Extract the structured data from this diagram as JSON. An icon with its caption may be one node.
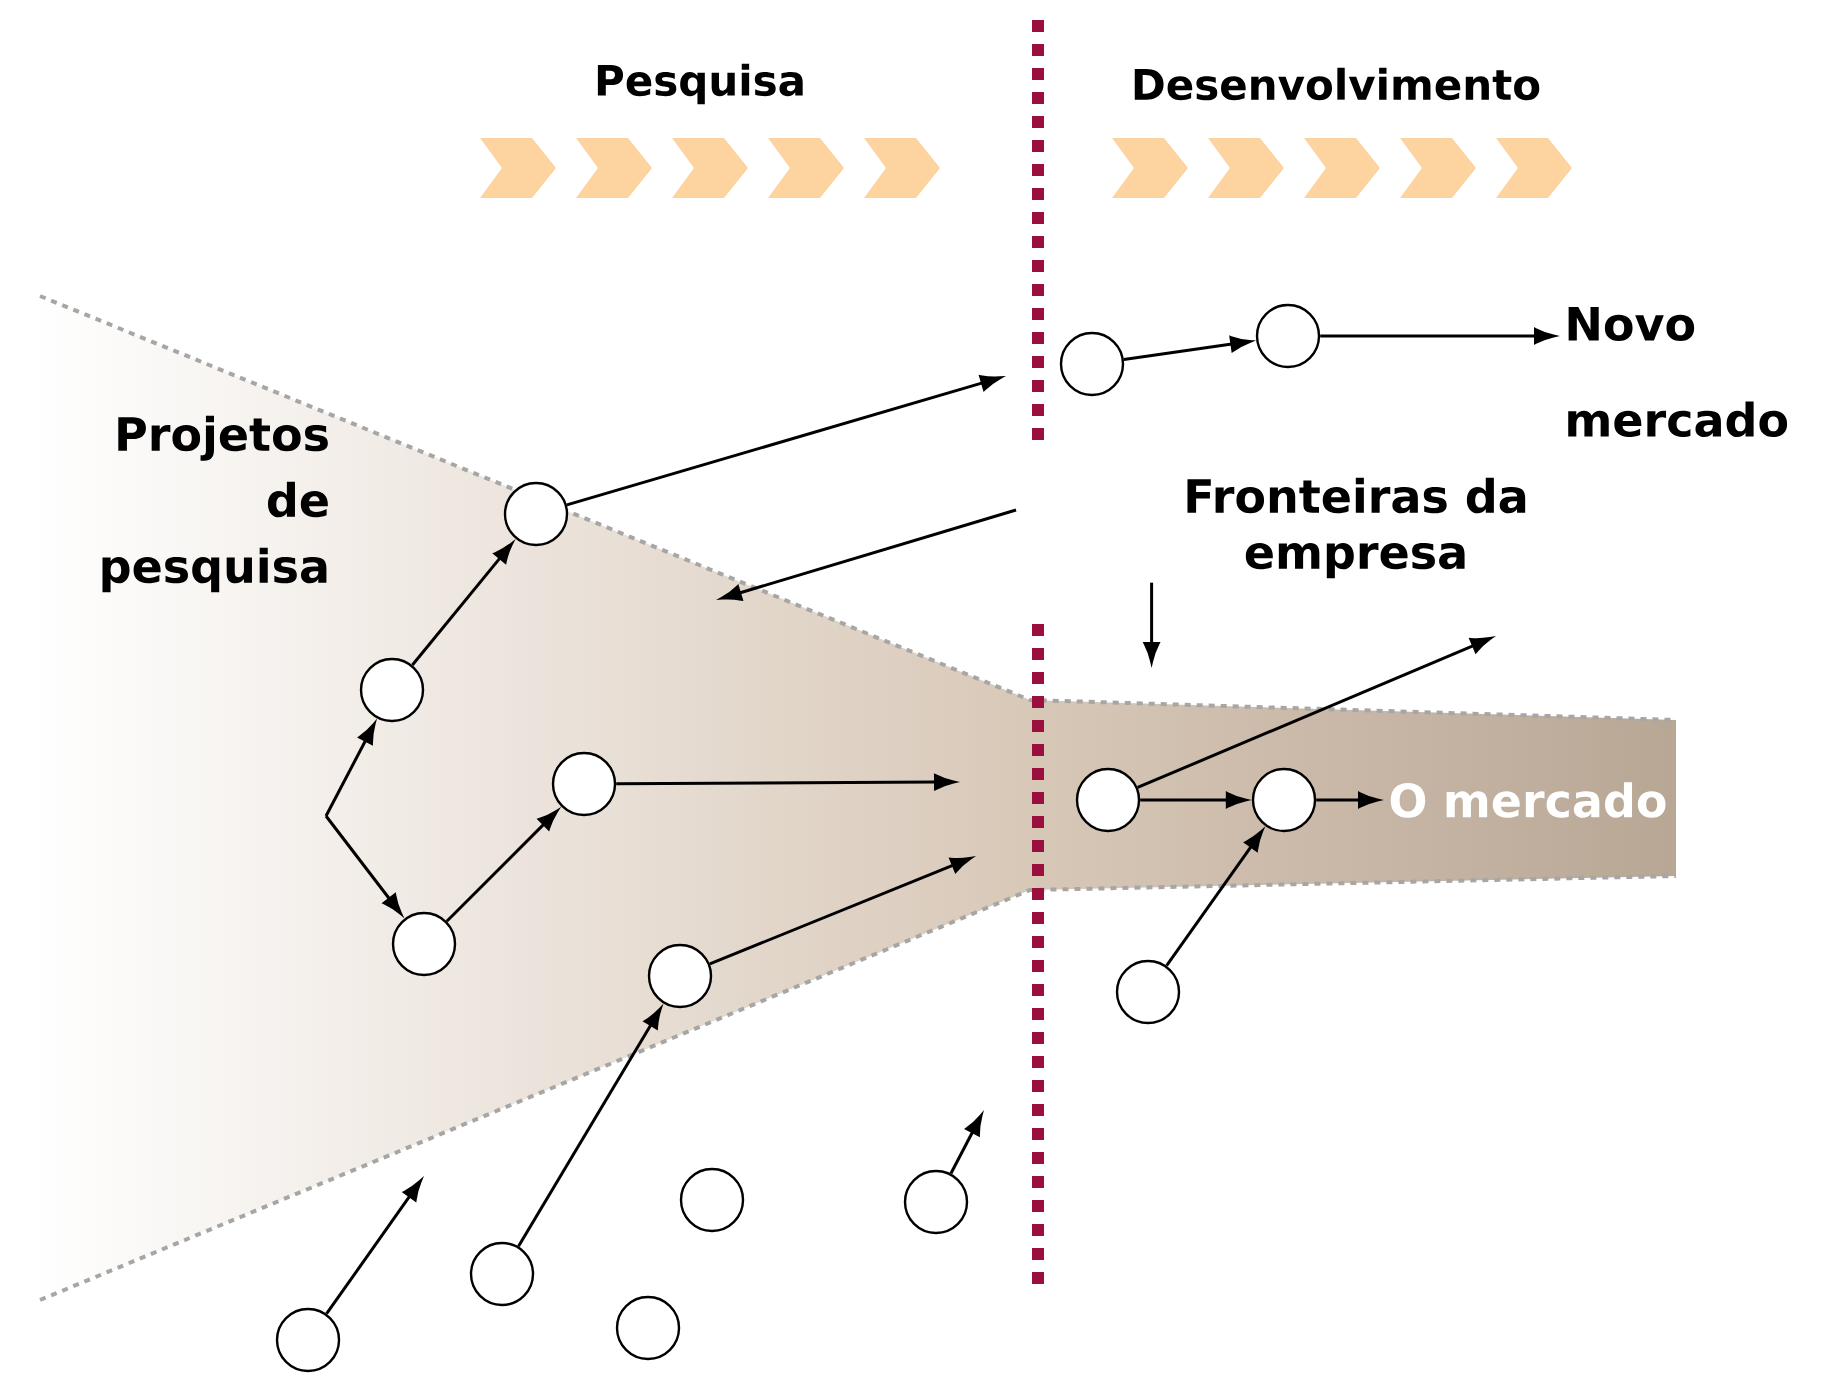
{
  "diagram": {
    "nodes": [
      {
        "text": [
          "Projetos de pesquisa"
        ]
      },
      {
        "text": [],
        "shape": "circle"
      },
      {
        "text": [],
        "shape": "circle"
      },
      {
        "text": [],
        "shape": "circle"
      },
      {
        "text": [],
        "shape": "circle"
      },
      {
        "text": [],
        "shape": "circle"
      },
      {
        "text": [],
        "shape": "circle"
      },
      {
        "text": [],
        "shape": "circle"
      },
      {
        "text": [],
        "shape": "circle"
      },
      {
        "text": [],
        "shape": "circle"
      },
      {
        "text": [],
        "shape": "circle"
      },
      {
        "text": [],
        "shape": "circle"
      },
      {
        "text": [],
        "shape": "circle"
      },
      {
        "text": [
          "Novo mercado"
        ]
      },
      {
        "text": [],
        "shape": "circle"
      },
      {
        "text": [],
        "shape": "circle"
      },
      {
        "text": [
          "O mercado"
        ]
      },
      {
        "text": [],
        "shape": "circle"
      },
      {
        "text": [
          "Fronteiras da empresa"
        ]
      }
    ],
    "edges": [
      {
        "from": null,
        "to": 2,
        "arrow": "to"
      },
      {
        "from": null,
        "to": 4,
        "arrow": "to"
      },
      {
        "from": 2,
        "to": 1,
        "arrow": "to"
      },
      {
        "from": 4,
        "to": 3,
        "arrow": "to"
      },
      {
        "from": 1,
        "to": null,
        "arrow": "to"
      },
      {
        "from": 3,
        "to": null,
        "arrow": "to"
      },
      {
        "from": 5,
        "to": null,
        "arrow": "to"
      },
      {
        "from": 6,
        "to": null,
        "arrow": "to"
      },
      {
        "from": 7,
        "to": 5,
        "arrow": "to"
      },
      {
        "from": 10,
        "to": null,
        "arrow": "to"
      },
      {
        "from": 11,
        "to": 12,
        "arrow": "to"
      },
      {
        "from": 12,
        "to": 13,
        "arrow": "to"
      },
      {
        "from": 18,
        "to": null,
        "arrow": "to"
      },
      {
        "from": 14,
        "to": null,
        "arrow": "to"
      },
      {
        "from": 14,
        "to": 15,
        "arrow": "to"
      },
      {
        "from": 15,
        "to": 16,
        "arrow": "to"
      },
      {
        "from": 17,
        "to": 15,
        "arrow": "to"
      }
    ],
    "labels": [
      "Pesquisa",
      "Desenvolvimento"
    ]
  }
}
